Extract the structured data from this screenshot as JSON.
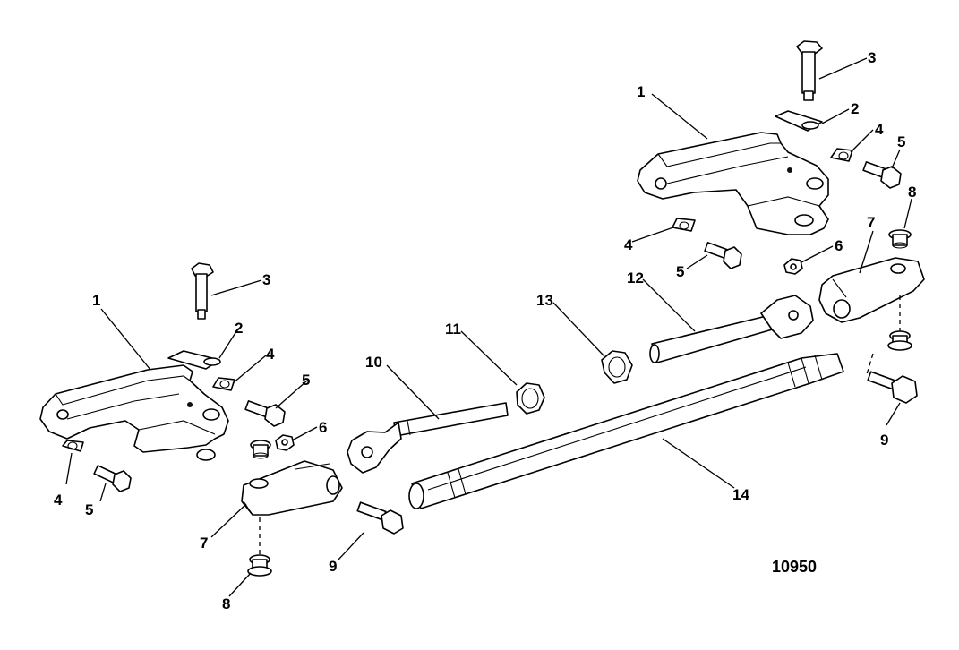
{
  "figure_number": "10950",
  "callouts": {
    "c1a": "1",
    "c2a": "2",
    "c3a": "3",
    "c4a": "4",
    "c4b": "4",
    "c5a": "5",
    "c5b": "5",
    "c6a": "6",
    "c7a": "7",
    "c8a": "8",
    "c9a": "9",
    "c1b": "1",
    "c2b": "2",
    "c3b": "3",
    "c4c": "4",
    "c4d": "4",
    "c5c": "5",
    "c5d": "5",
    "c6b": "6",
    "c7b": "7",
    "c8b": "8",
    "c9b": "9",
    "c10": "10",
    "c11": "11",
    "c12": "12",
    "c13": "13",
    "c14": "14"
  }
}
